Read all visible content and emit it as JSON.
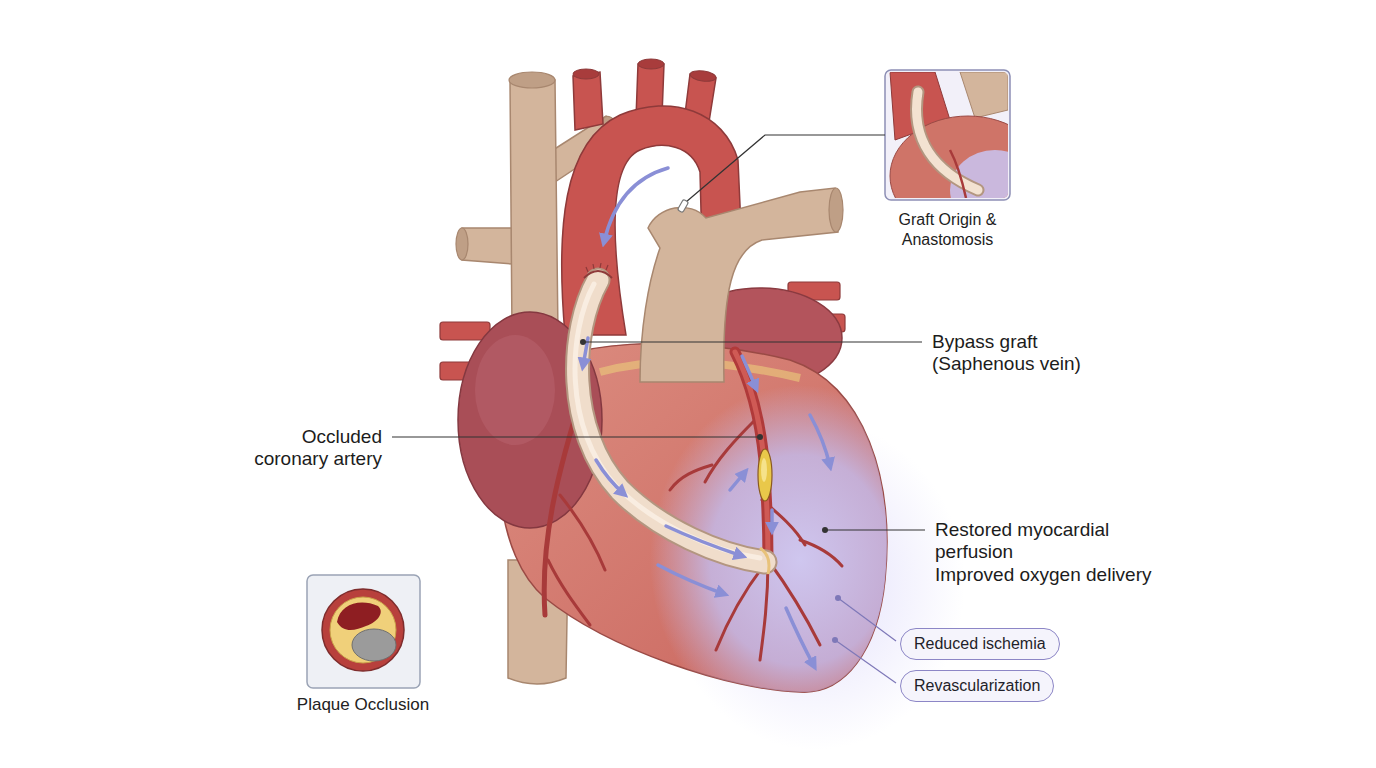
{
  "diagram": {
    "nodes": [
      {
        "text": [
          "Graft Origin & Anastomosis"
        ]
      },
      {
        "text": [
          "Plaque Occlusion"
        ]
      },
      {
        "text": [
          "Reduced ischemia"
        ]
      },
      {
        "text": [
          "Revascularization"
        ]
      }
    ],
    "labels": [
      "Bypass graft (Saphenous vein)",
      "Occluded coronary artery",
      "Restored myocardial perfusion",
      "Improved oxygen delivery"
    ]
  }
}
